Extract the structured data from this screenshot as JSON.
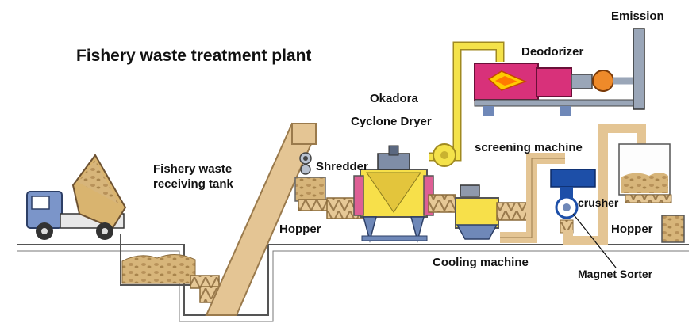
{
  "title": "Fishery waste treatment plant",
  "labels": {
    "emission": "Emission",
    "deodorizer": "Deodorizer",
    "okadora": "Okadora",
    "cyclone_dryer": "Cyclone Dryer",
    "screening_machine": "screening machine",
    "shredder": "Shredder",
    "receiving_tank_line1": "Fishery waste",
    "receiving_tank_line2": "receiving tank",
    "hopper_left": "Hopper",
    "crusher": "crusher",
    "hopper_right": "Hopper",
    "cooling_machine": "Cooling machine",
    "magnet_sorter": "Magnet Sorter"
  },
  "colors": {
    "conveyor": "#e4c594",
    "conveyor_stroke": "#9a7a4c",
    "duct_yellow": "#f4e24a",
    "dryer_yellow": "#f7e04a",
    "dryer_pink": "#de5f95",
    "deodorizer_magenta": "#d8317a",
    "machine_blue": "#6f88b8",
    "equipment_gray": "#9aa6b8",
    "fan_orange": "#ee8a2a",
    "crusher_blue": "#1d4fa8",
    "waste": "#c9a86a"
  }
}
